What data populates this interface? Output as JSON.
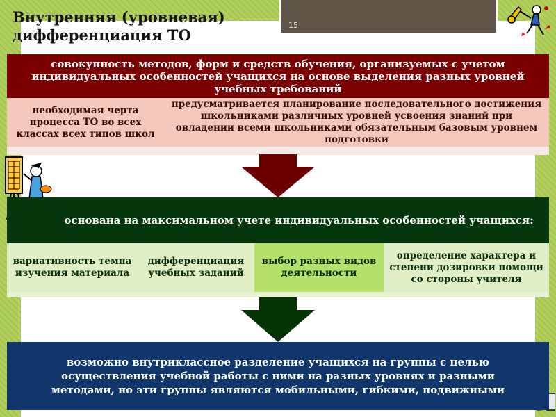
{
  "slide": {
    "title": "Внутренняя (уровневая) дифференциация ТО",
    "slide_number": "15"
  },
  "definition": {
    "text": "совокупность методов, форм и средств обучения, организуемых с учетом индивидуальных особенностей учащихся на основе выделения разных уровней учебных требований"
  },
  "properties": {
    "left": "необходимая черта процесса ТО во всех классах всех типов школ",
    "right": "предусматривается планирование последовательного достижения школьниками различных уровней усвоения знаний при овладении всеми школьниками обязательным базовым уровнем подготовки"
  },
  "basis": {
    "text": "основана на максимальном учете индивидуальных особенностей учащихся:"
  },
  "features": [
    "вариативность темпа изучения материала",
    "дифференциация учебных заданий",
    "выбор разных видов деятельности",
    "определение характера и степени дозировки помощи со стороны учителя"
  ],
  "conclusion": {
    "text": "возможно внутриклассное разделение учащихся на группы с целью осуществления учебной работы с ними на разных уровнях и разными методами, но эти группы являются мобильными, гибкими, подвижными"
  },
  "colors": {
    "background": "#a9c955",
    "definition_band": "#7b0000",
    "basis_band": "#06360c",
    "conclusion_band": "#10366b",
    "arrow_top": "#6b0000",
    "arrow_bottom": "#053507",
    "highlight_feature": "#b4e06b"
  },
  "icons": [
    "musician-clipart-icon",
    "artist-easel-clipart-icon",
    "writing-hand-clipart-icon"
  ]
}
